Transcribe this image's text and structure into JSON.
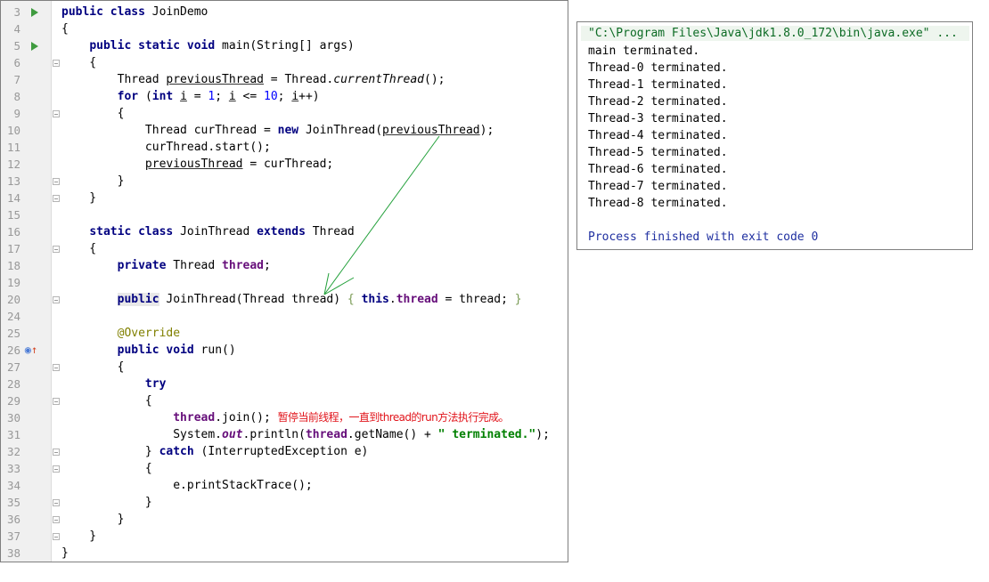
{
  "editor": {
    "lines": [
      {
        "num": "3",
        "marker": "run",
        "fold": false,
        "segs": [
          {
            "t": "public class ",
            "c": "kw"
          },
          {
            "t": "JoinDemo"
          }
        ]
      },
      {
        "num": "4",
        "marker": "",
        "fold": false,
        "segs": [
          {
            "t": "{"
          }
        ]
      },
      {
        "num": "5",
        "marker": "run",
        "fold": false,
        "segs": [
          {
            "t": "    "
          },
          {
            "t": "public static void ",
            "c": "kw"
          },
          {
            "t": "main(String[] args)"
          }
        ]
      },
      {
        "num": "6",
        "marker": "",
        "fold": true,
        "segs": [
          {
            "t": "    {"
          }
        ]
      },
      {
        "num": "7",
        "marker": "",
        "fold": false,
        "segs": [
          {
            "t": "        Thread "
          },
          {
            "t": "previousThread",
            "c": "ul"
          },
          {
            "t": " = Thread."
          },
          {
            "t": "currentThread",
            "c": "ital"
          },
          {
            "t": "();"
          }
        ]
      },
      {
        "num": "8",
        "marker": "",
        "fold": false,
        "segs": [
          {
            "t": "        "
          },
          {
            "t": "for ",
            "c": "kw"
          },
          {
            "t": "("
          },
          {
            "t": "int ",
            "c": "kw"
          },
          {
            "t": "i",
            "c": "ul"
          },
          {
            "t": " = "
          },
          {
            "t": "1",
            "c": "num"
          },
          {
            "t": "; "
          },
          {
            "t": "i",
            "c": "ul"
          },
          {
            "t": " <= "
          },
          {
            "t": "10",
            "c": "num"
          },
          {
            "t": "; "
          },
          {
            "t": "i",
            "c": "ul"
          },
          {
            "t": "++)"
          }
        ]
      },
      {
        "num": "9",
        "marker": "",
        "fold": true,
        "segs": [
          {
            "t": "        {"
          }
        ]
      },
      {
        "num": "10",
        "marker": "",
        "fold": false,
        "segs": [
          {
            "t": "            Thread curThread = "
          },
          {
            "t": "new ",
            "c": "kw"
          },
          {
            "t": "JoinThread("
          },
          {
            "t": "previousThread",
            "c": "ul"
          },
          {
            "t": ");"
          }
        ]
      },
      {
        "num": "11",
        "marker": "",
        "fold": false,
        "segs": [
          {
            "t": "            curThread.start();"
          }
        ]
      },
      {
        "num": "12",
        "marker": "",
        "fold": false,
        "segs": [
          {
            "t": "            "
          },
          {
            "t": "previousThread",
            "c": "ul"
          },
          {
            "t": " = curThread;"
          }
        ]
      },
      {
        "num": "13",
        "marker": "",
        "fold": true,
        "segs": [
          {
            "t": "        }"
          }
        ]
      },
      {
        "num": "14",
        "marker": "",
        "fold": true,
        "segs": [
          {
            "t": "    }"
          }
        ]
      },
      {
        "num": "15",
        "marker": "",
        "fold": false,
        "segs": []
      },
      {
        "num": "16",
        "marker": "",
        "fold": false,
        "segs": [
          {
            "t": "    "
          },
          {
            "t": "static class ",
            "c": "kw"
          },
          {
            "t": "JoinThread "
          },
          {
            "t": "extends ",
            "c": "kw"
          },
          {
            "t": "Thread"
          }
        ]
      },
      {
        "num": "17",
        "marker": "",
        "fold": true,
        "segs": [
          {
            "t": "    {"
          }
        ]
      },
      {
        "num": "18",
        "marker": "",
        "fold": false,
        "segs": [
          {
            "t": "        "
          },
          {
            "t": "private ",
            "c": "kw"
          },
          {
            "t": "Thread "
          },
          {
            "t": "thread",
            "c": "fld"
          },
          {
            "t": ";"
          }
        ]
      },
      {
        "num": "19",
        "marker": "",
        "fold": false,
        "segs": []
      },
      {
        "num": "20",
        "marker": "",
        "fold": true,
        "segs": [
          {
            "t": "        "
          },
          {
            "t": "public",
            "c": "kw hl"
          },
          {
            "t": " JoinThread(Thread thread) "
          },
          {
            "t": "{",
            "c": "brace-hl"
          },
          {
            "t": " "
          },
          {
            "t": "this",
            "c": "kw"
          },
          {
            "t": "."
          },
          {
            "t": "thread",
            "c": "fld"
          },
          {
            "t": " = thread; "
          },
          {
            "t": "}",
            "c": "brace-hl"
          }
        ]
      },
      {
        "num": "24",
        "marker": "",
        "fold": false,
        "segs": []
      },
      {
        "num": "25",
        "marker": "",
        "fold": false,
        "segs": [
          {
            "t": "        "
          },
          {
            "t": "@Override",
            "c": "ann"
          }
        ]
      },
      {
        "num": "26",
        "marker": "override",
        "fold": false,
        "segs": [
          {
            "t": "        "
          },
          {
            "t": "public void ",
            "c": "kw"
          },
          {
            "t": "run()"
          }
        ]
      },
      {
        "num": "27",
        "marker": "",
        "fold": true,
        "segs": [
          {
            "t": "        {"
          }
        ]
      },
      {
        "num": "28",
        "marker": "",
        "fold": false,
        "segs": [
          {
            "t": "            "
          },
          {
            "t": "try",
            "c": "kw"
          }
        ]
      },
      {
        "num": "29",
        "marker": "",
        "fold": true,
        "segs": [
          {
            "t": "            {"
          }
        ]
      },
      {
        "num": "30",
        "marker": "",
        "fold": false,
        "segs": [
          {
            "t": "                "
          },
          {
            "t": "thread",
            "c": "fld"
          },
          {
            "t": ".join(); "
          },
          {
            "t": "暂停当前线程，一直到thread的run方法执行完成。",
            "c": "cmt"
          }
        ]
      },
      {
        "num": "31",
        "marker": "",
        "fold": false,
        "segs": [
          {
            "t": "                System."
          },
          {
            "t": "out",
            "c": "fld ital"
          },
          {
            "t": ".println("
          },
          {
            "t": "thread",
            "c": "fld"
          },
          {
            "t": ".getName() + "
          },
          {
            "t": "\" terminated.\"",
            "c": "str"
          },
          {
            "t": ");"
          }
        ]
      },
      {
        "num": "32",
        "marker": "",
        "fold": true,
        "segs": [
          {
            "t": "            } "
          },
          {
            "t": "catch ",
            "c": "kw"
          },
          {
            "t": "(InterruptedException e)"
          }
        ]
      },
      {
        "num": "33",
        "marker": "",
        "fold": true,
        "segs": [
          {
            "t": "            {"
          }
        ]
      },
      {
        "num": "34",
        "marker": "",
        "fold": false,
        "segs": [
          {
            "t": "                e.printStackTrace();"
          }
        ]
      },
      {
        "num": "35",
        "marker": "",
        "fold": true,
        "segs": [
          {
            "t": "            }"
          }
        ]
      },
      {
        "num": "36",
        "marker": "",
        "fold": true,
        "segs": [
          {
            "t": "        }"
          }
        ]
      },
      {
        "num": "37",
        "marker": "",
        "fold": true,
        "segs": [
          {
            "t": "    }"
          }
        ]
      },
      {
        "num": "38",
        "marker": "",
        "fold": false,
        "segs": [
          {
            "t": "}"
          }
        ]
      }
    ]
  },
  "console": {
    "command": "\"C:\\Program Files\\Java\\jdk1.8.0_172\\bin\\java.exe\" ...",
    "lines": [
      "main terminated.",
      "Thread-0 terminated.",
      "Thread-1 terminated.",
      "Thread-2 terminated.",
      "Thread-3 terminated.",
      "Thread-4 terminated.",
      "Thread-5 terminated.",
      "Thread-6 terminated.",
      "Thread-7 terminated.",
      "Thread-8 terminated.",
      "",
      "Process finished with exit code 0"
    ]
  },
  "colors": {
    "keyword": "#000080",
    "field": "#660e7a",
    "string": "#008000",
    "number": "#0000ff",
    "annotation": "#808000",
    "comment": "#e1141b",
    "arrow": "#22a03a",
    "run_marker": "#3f9b3f"
  }
}
